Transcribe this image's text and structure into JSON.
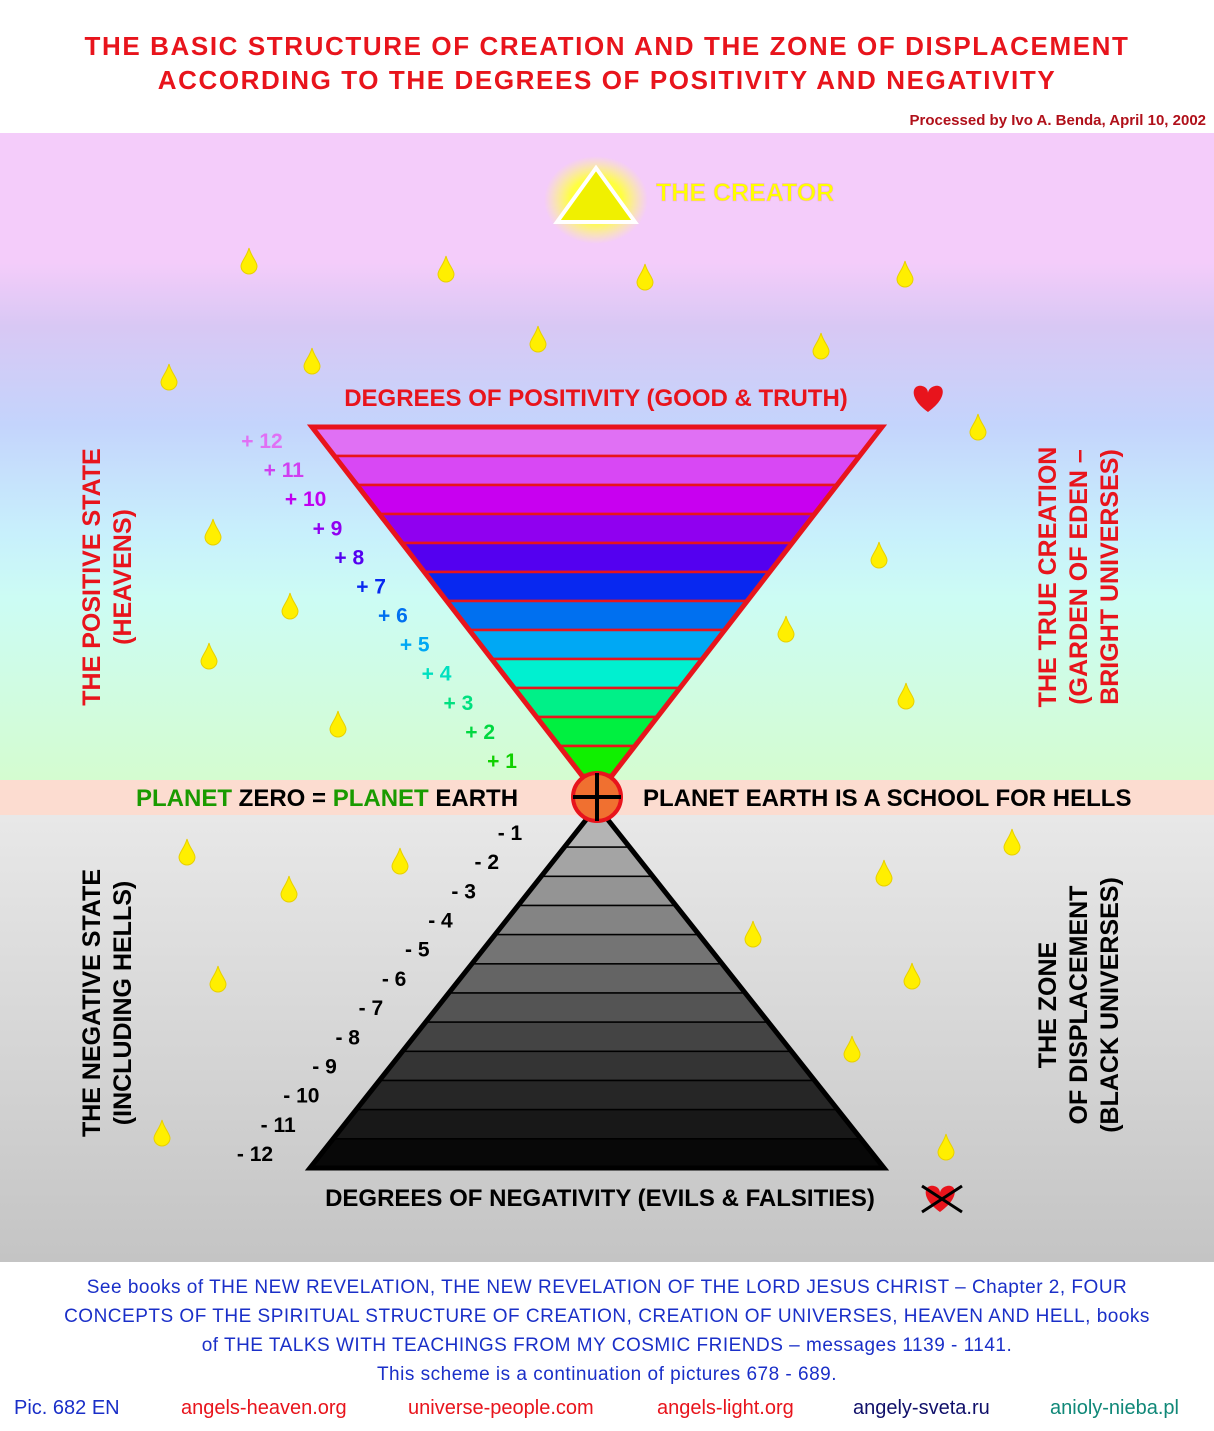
{
  "title": {
    "line1": "THE BASIC STRUCTURE OF CREATION AND THE ZONE OF DISPLACEMENT",
    "line2": "ACCORDING TO THE DEGREES OF POSITIVITY AND NEGATIVITY"
  },
  "credit": "Processed by Ivo A. Benda,  April 10, 2002",
  "creator": {
    "label": "THE CREATOR",
    "icon": "glowing-triangle-icon"
  },
  "positivity": {
    "heading": "DEGREES OF POSITIVITY (GOOD & TRUTH)",
    "icon": "heart-icon",
    "levels": [
      "+ 12",
      "+ 11",
      "+ 10",
      "+ 9",
      "+ 8",
      "+ 7",
      "+ 6",
      "+ 5",
      "+ 4",
      "+ 3",
      "+ 2",
      "+ 1"
    ],
    "colors": [
      "#e070f4",
      "#d848f4",
      "#c800f0",
      "#9000f0",
      "#5400f0",
      "#0828f0",
      "#0070f0",
      "#00a8f4",
      "#00f0d0",
      "#00f088",
      "#00f040",
      "#10f000"
    ],
    "label_colors": [
      "#e070f4",
      "#d040f0",
      "#c000f0",
      "#9000f0",
      "#5400f0",
      "#0828f0",
      "#0070f0",
      "#00a8f4",
      "#00e0c0",
      "#00e080",
      "#00d840",
      "#10d000"
    ]
  },
  "negativity": {
    "heading": "DEGREES OF NEGATIVITY (EVILS & FALSITIES)",
    "icon": "crossed-heart-icon",
    "levels": [
      "- 1",
      "- 2",
      "- 3",
      "- 4",
      "- 5",
      "- 6",
      "- 7",
      "- 8",
      "- 9",
      "- 10",
      "- 11",
      "- 12"
    ],
    "colors": [
      "#b4b4b4",
      "#a4a4a4",
      "#949494",
      "#848484",
      "#747474",
      "#646464",
      "#545454",
      "#444444",
      "#343434",
      "#262626",
      "#181818",
      "#080808"
    ]
  },
  "left_upper": [
    "THE POSITIVE STATE",
    "(HEAVENS)"
  ],
  "right_upper": [
    "THE TRUE CREATION",
    "(GARDEN OF EDEN –",
    "BRIGHT UNIVERSES)"
  ],
  "left_lower": [
    "THE NEGATIVE STATE",
    "(INCLUDING HELLS)"
  ],
  "right_lower": [
    "THE ZONE",
    "OF DISPLACEMENT",
    "(BLACK UNIVERSES)"
  ],
  "planet": {
    "w1": "PLANET",
    "w2": " ZERO = ",
    "w3": "PLANET",
    "w4": " EARTH",
    "right": "PLANET EARTH IS A SCHOOL FOR HELLS",
    "icon": "planet-earth-icon"
  },
  "footer": {
    "line1": "See books of THE NEW REVELATION, THE NEW REVELATION OF THE LORD JESUS CHRIST – Chapter 2, FOUR",
    "line2": "CONCEPTS OF THE SPIRITUAL STRUCTURE OF CREATION, CREATION OF UNIVERSES, HEAVEN AND HELL, books",
    "line3": "of THE TALKS WITH TEACHINGS FROM MY COSMIC FRIENDS – messages 1139 - 1141.",
    "line4": "This scheme is a continuation of pictures 678 - 689.",
    "pic": "Pic. 682 EN",
    "links": [
      {
        "text": "angels-heaven.org",
        "color": "#e8141c"
      },
      {
        "text": "universe-people.com",
        "color": "#e8141c"
      },
      {
        "text": "angels-light.org",
        "color": "#e8141c"
      },
      {
        "text": "angely-sveta.ru",
        "color": "#10106a"
      },
      {
        "text": "anioly-nieba.pl",
        "color": "#108878"
      }
    ]
  }
}
